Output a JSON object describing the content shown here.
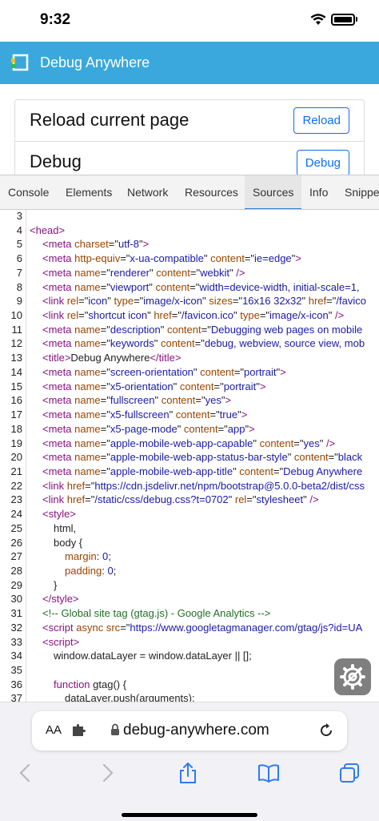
{
  "status_bar": {
    "time": "9:32"
  },
  "app_header": {
    "title": "Debug Anywhere",
    "color": "#3aa8dc"
  },
  "cards": [
    {
      "title": "Reload current page",
      "button": "Reload"
    },
    {
      "title": "Debug",
      "button": "Debug"
    }
  ],
  "devtools": {
    "tabs": [
      "Console",
      "Elements",
      "Network",
      "Resources",
      "Sources",
      "Info",
      "Snippets"
    ],
    "active_tab": "Sources"
  },
  "source_lines": [
    {
      "n": "3",
      "parts": []
    },
    {
      "n": "4",
      "parts": [
        [
          "t",
          "<head>"
        ]
      ]
    },
    {
      "n": "5",
      "parts": [
        [
          "t",
          "<meta "
        ],
        [
          "a",
          "charset"
        ],
        [
          "p",
          "=\""
        ],
        [
          "v",
          "utf-8"
        ],
        [
          "p",
          "\""
        ],
        [
          "t",
          ">"
        ]
      ]
    },
    {
      "n": "6",
      "parts": [
        [
          "t",
          "<meta "
        ],
        [
          "a",
          "http-equiv"
        ],
        [
          "p",
          "=\""
        ],
        [
          "v",
          "x-ua-compatible"
        ],
        [
          "p",
          "\" "
        ],
        [
          "a",
          "content"
        ],
        [
          "p",
          "=\""
        ],
        [
          "v",
          "ie=edge"
        ],
        [
          "p",
          "\""
        ],
        [
          "t",
          ">"
        ]
      ]
    },
    {
      "n": "7",
      "parts": [
        [
          "t",
          "<meta "
        ],
        [
          "a",
          "name"
        ],
        [
          "p",
          "=\""
        ],
        [
          "v",
          "renderer"
        ],
        [
          "p",
          "\" "
        ],
        [
          "a",
          "content"
        ],
        [
          "p",
          "=\""
        ],
        [
          "v",
          "webkit"
        ],
        [
          "p",
          "\" "
        ],
        [
          "t",
          "/>"
        ]
      ]
    },
    {
      "n": "8",
      "parts": [
        [
          "t",
          "<meta "
        ],
        [
          "a",
          "name"
        ],
        [
          "p",
          "=\""
        ],
        [
          "v",
          "viewport"
        ],
        [
          "p",
          "\" "
        ],
        [
          "a",
          "content"
        ],
        [
          "p",
          "=\""
        ],
        [
          "v",
          "width=device-width, initial-scale=1,"
        ]
      ]
    },
    {
      "n": "9",
      "parts": [
        [
          "t",
          "<link "
        ],
        [
          "a",
          "rel"
        ],
        [
          "p",
          "=\""
        ],
        [
          "v",
          "icon"
        ],
        [
          "p",
          "\" "
        ],
        [
          "a",
          "type"
        ],
        [
          "p",
          "=\""
        ],
        [
          "v",
          "image/x-icon"
        ],
        [
          "p",
          "\" "
        ],
        [
          "a",
          "sizes"
        ],
        [
          "p",
          "=\""
        ],
        [
          "v",
          "16x16 32x32"
        ],
        [
          "p",
          "\" "
        ],
        [
          "a",
          "href"
        ],
        [
          "p",
          "=\""
        ],
        [
          "v",
          "/favico"
        ]
      ]
    },
    {
      "n": "10",
      "parts": [
        [
          "t",
          "<link "
        ],
        [
          "a",
          "rel"
        ],
        [
          "p",
          "=\""
        ],
        [
          "v",
          "shortcut icon"
        ],
        [
          "p",
          "\" "
        ],
        [
          "a",
          "href"
        ],
        [
          "p",
          "=\""
        ],
        [
          "v",
          "/favicon.ico"
        ],
        [
          "p",
          "\" "
        ],
        [
          "a",
          "type"
        ],
        [
          "p",
          "=\""
        ],
        [
          "v",
          "image/x-icon"
        ],
        [
          "p",
          "\" "
        ],
        [
          "t",
          "/>"
        ]
      ]
    },
    {
      "n": "11",
      "parts": [
        [
          "t",
          "<meta "
        ],
        [
          "a",
          "name"
        ],
        [
          "p",
          "=\""
        ],
        [
          "v",
          "description"
        ],
        [
          "p",
          "\" "
        ],
        [
          "a",
          "content"
        ],
        [
          "p",
          "=\""
        ],
        [
          "v",
          "Debugging web pages on mobile"
        ]
      ]
    },
    {
      "n": "12",
      "parts": [
        [
          "t",
          "<meta "
        ],
        [
          "a",
          "name"
        ],
        [
          "p",
          "=\""
        ],
        [
          "v",
          "keywords"
        ],
        [
          "p",
          "\" "
        ],
        [
          "a",
          "content"
        ],
        [
          "p",
          "=\""
        ],
        [
          "v",
          "debug, webview, source view, mob"
        ]
      ]
    },
    {
      "n": "13",
      "parts": [
        [
          "t",
          "<title>"
        ],
        [
          "p",
          "Debug Anywhere"
        ],
        [
          "t",
          "</title>"
        ]
      ]
    },
    {
      "n": "14",
      "parts": [
        [
          "t",
          "<meta "
        ],
        [
          "a",
          "name"
        ],
        [
          "p",
          "=\""
        ],
        [
          "v",
          "screen-orientation"
        ],
        [
          "p",
          "\" "
        ],
        [
          "a",
          "content"
        ],
        [
          "p",
          "=\""
        ],
        [
          "v",
          "portrait"
        ],
        [
          "p",
          "\""
        ],
        [
          "t",
          ">"
        ]
      ]
    },
    {
      "n": "15",
      "parts": [
        [
          "t",
          "<meta "
        ],
        [
          "a",
          "name"
        ],
        [
          "p",
          "=\""
        ],
        [
          "v",
          "x5-orientation"
        ],
        [
          "p",
          "\" "
        ],
        [
          "a",
          "content"
        ],
        [
          "p",
          "=\""
        ],
        [
          "v",
          "portrait"
        ],
        [
          "p",
          "\""
        ],
        [
          "t",
          ">"
        ]
      ]
    },
    {
      "n": "16",
      "parts": [
        [
          "t",
          "<meta "
        ],
        [
          "a",
          "name"
        ],
        [
          "p",
          "=\""
        ],
        [
          "v",
          "fullscreen"
        ],
        [
          "p",
          "\" "
        ],
        [
          "a",
          "content"
        ],
        [
          "p",
          "=\""
        ],
        [
          "v",
          "yes"
        ],
        [
          "p",
          "\""
        ],
        [
          "t",
          ">"
        ]
      ]
    },
    {
      "n": "17",
      "parts": [
        [
          "t",
          "<meta "
        ],
        [
          "a",
          "name"
        ],
        [
          "p",
          "=\""
        ],
        [
          "v",
          "x5-fullscreen"
        ],
        [
          "p",
          "\" "
        ],
        [
          "a",
          "content"
        ],
        [
          "p",
          "=\""
        ],
        [
          "v",
          "true"
        ],
        [
          "p",
          "\""
        ],
        [
          "t",
          ">"
        ]
      ]
    },
    {
      "n": "18",
      "parts": [
        [
          "t",
          "<meta "
        ],
        [
          "a",
          "name"
        ],
        [
          "p",
          "=\""
        ],
        [
          "v",
          "x5-page-mode"
        ],
        [
          "p",
          "\" "
        ],
        [
          "a",
          "content"
        ],
        [
          "p",
          "=\""
        ],
        [
          "v",
          "app"
        ],
        [
          "p",
          "\""
        ],
        [
          "t",
          ">"
        ]
      ]
    },
    {
      "n": "19",
      "parts": [
        [
          "t",
          "<meta "
        ],
        [
          "a",
          "name"
        ],
        [
          "p",
          "=\""
        ],
        [
          "v",
          "apple-mobile-web-app-capable"
        ],
        [
          "p",
          "\" "
        ],
        [
          "a",
          "content"
        ],
        [
          "p",
          "=\""
        ],
        [
          "v",
          "yes"
        ],
        [
          "p",
          "\" "
        ],
        [
          "t",
          "/>"
        ]
      ]
    },
    {
      "n": "20",
      "parts": [
        [
          "t",
          "<meta "
        ],
        [
          "a",
          "name"
        ],
        [
          "p",
          "=\""
        ],
        [
          "v",
          "apple-mobile-web-app-status-bar-style"
        ],
        [
          "p",
          "\" "
        ],
        [
          "a",
          "content"
        ],
        [
          "p",
          "=\""
        ],
        [
          "v",
          "black"
        ]
      ]
    },
    {
      "n": "21",
      "parts": [
        [
          "t",
          "<meta "
        ],
        [
          "a",
          "name"
        ],
        [
          "p",
          "=\""
        ],
        [
          "v",
          "apple-mobile-web-app-title"
        ],
        [
          "p",
          "\" "
        ],
        [
          "a",
          "content"
        ],
        [
          "p",
          "=\""
        ],
        [
          "v",
          "Debug Anywhere"
        ]
      ]
    },
    {
      "n": "22",
      "parts": [
        [
          "t",
          "<link "
        ],
        [
          "a",
          "href"
        ],
        [
          "p",
          "=\""
        ],
        [
          "v",
          "https://cdn.jsdelivr.net/npm/bootstrap@5.0.0-beta2/dist/css"
        ]
      ]
    },
    {
      "n": "23",
      "parts": [
        [
          "t",
          "<link "
        ],
        [
          "a",
          "href"
        ],
        [
          "p",
          "=\""
        ],
        [
          "v",
          "/static/css/debug.css?t=0702"
        ],
        [
          "p",
          "\" "
        ],
        [
          "a",
          "rel"
        ],
        [
          "p",
          "=\""
        ],
        [
          "v",
          "stylesheet"
        ],
        [
          "p",
          "\" "
        ],
        [
          "t",
          "/>"
        ]
      ]
    },
    {
      "n": "24",
      "parts": [
        [
          "t",
          "<style>"
        ]
      ]
    },
    {
      "n": "25",
      "parts": [
        [
          "p",
          "html,"
        ]
      ]
    },
    {
      "n": "26",
      "parts": [
        [
          "p",
          "body {"
        ]
      ]
    },
    {
      "n": "27",
      "parts": [
        [
          "a",
          "margin"
        ],
        [
          "p",
          ": "
        ],
        [
          "v",
          "0"
        ],
        [
          "p",
          ";"
        ]
      ]
    },
    {
      "n": "28",
      "parts": [
        [
          "a",
          "padding"
        ],
        [
          "p",
          ": "
        ],
        [
          "v",
          "0"
        ],
        [
          "p",
          ";"
        ]
      ]
    },
    {
      "n": "29",
      "parts": [
        [
          "p",
          "}"
        ]
      ]
    },
    {
      "n": "30",
      "parts": [
        [
          "t",
          "</style>"
        ]
      ]
    },
    {
      "n": "31",
      "parts": [
        [
          "c",
          "<!-- Global site tag (gtag.js) - Google Analytics -->"
        ]
      ]
    },
    {
      "n": "32",
      "parts": [
        [
          "t",
          "<script "
        ],
        [
          "a",
          "async "
        ],
        [
          "a",
          "src"
        ],
        [
          "p",
          "=\""
        ],
        [
          "v",
          "https://www.googletagmanager.com/gtag/js?id=UA"
        ]
      ]
    },
    {
      "n": "33",
      "parts": [
        [
          "t",
          "<script>"
        ]
      ]
    },
    {
      "n": "34",
      "parts": [
        [
          "p",
          "window.dataLayer = window.dataLayer || [];"
        ]
      ]
    },
    {
      "n": "35",
      "parts": []
    },
    {
      "n": "36",
      "parts": [
        [
          "t",
          "function "
        ],
        [
          "p",
          "gtag() {"
        ]
      ]
    },
    {
      "n": "37",
      "parts": [
        [
          "p",
          "dataLayer.push(arguments);"
        ]
      ]
    }
  ],
  "browser": {
    "text_size_label": "AA",
    "url": "debug-anywhere.com"
  }
}
